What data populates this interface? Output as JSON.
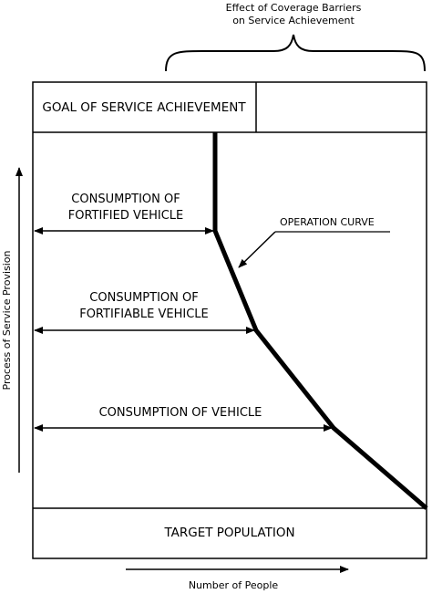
{
  "diagram": {
    "header": {
      "line1": "Effect of Coverage Barriers",
      "line2": "on Service Achievement"
    },
    "goal_box_label": "GOAL OF SERVICE ACHIEVEMENT",
    "target_box_label": "TARGET POPULATION",
    "labels": {
      "fortified_line1": "CONSUMPTION OF",
      "fortified_line2": "FORTIFIED VEHICLE",
      "fortifiable_line1": "CONSUMPTION OF",
      "fortifiable_line2": "FORTIFIABLE VEHICLE",
      "vehicle": "CONSUMPTION OF VEHICLE",
      "operation_curve": "OPERATION CURVE"
    },
    "axes": {
      "y_label": "Process of Service Provision",
      "x_label": "Number of People"
    },
    "colors": {
      "ink": "#000000",
      "background": "#ffffff"
    }
  }
}
